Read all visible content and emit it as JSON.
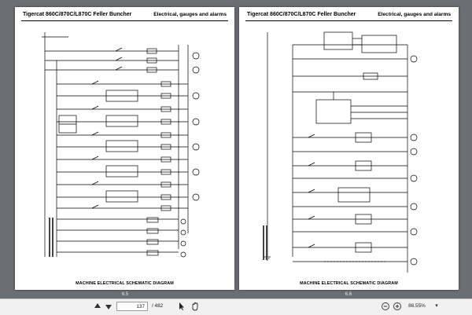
{
  "left_page": {
    "title": "Tigercat 860C/870C/L870C Feller Buncher",
    "section": "Electrical, gauges and alarms",
    "caption": "MACHINE ELECTRICAL SCHEMATIC DIAGRAM",
    "page_number": "6.5"
  },
  "right_page": {
    "title": "Tigercat 860C/870C/L870C Feller Buncher",
    "section": "Electrical, gauges and alarms",
    "caption": "MACHINE ELECTRICAL SCHEMATIC DIAGRAM",
    "page_number": "6.6"
  },
  "toolbar": {
    "current_page": "137",
    "total_pages": "/ 482",
    "zoom": "86.55%"
  },
  "icons": [
    "arrow-up-icon",
    "arrow-down-icon",
    "pointer-icon",
    "hand-icon",
    "zoom-out-icon",
    "zoom-in-icon"
  ]
}
